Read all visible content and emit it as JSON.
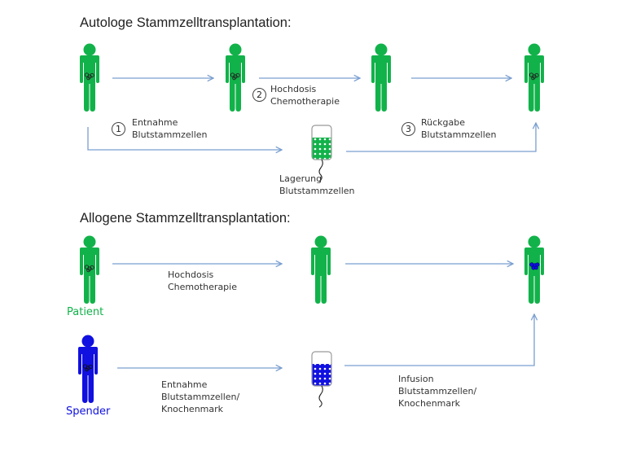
{
  "colors": {
    "patient_green": "#12b24a",
    "donor_blue": "#1010e0",
    "arrow_blue": "#7a9fd0",
    "text": "#333333"
  },
  "autolog": {
    "title": "Autologe Stammzelltransplantation:",
    "steps": [
      {
        "number": "1",
        "line1": "Entnahme",
        "line2": "Blutstammzellen"
      },
      {
        "number": "2",
        "line1": "Hochdosis",
        "line2": "Chemotherapie"
      },
      {
        "number": "3",
        "line1": "Rückgabe",
        "line2": "Blutstammzellen"
      }
    ],
    "storage": {
      "line1": "Lagerung",
      "line2": "Blutstammzellen"
    }
  },
  "allogen": {
    "title": "Allogene Stammzelltransplantation:",
    "patient_label": "Patient",
    "donor_label": "Spender",
    "chemo": {
      "line1": "Hochdosis",
      "line2": "Chemotherapie"
    },
    "harvest": {
      "line1": "Entnahme",
      "line2": "Blutstammzellen/",
      "line3": "Knochenmark"
    },
    "infusion": {
      "line1": "Infusion",
      "line2": "Blutstammzellen/",
      "line3": "Knochenmark"
    }
  }
}
